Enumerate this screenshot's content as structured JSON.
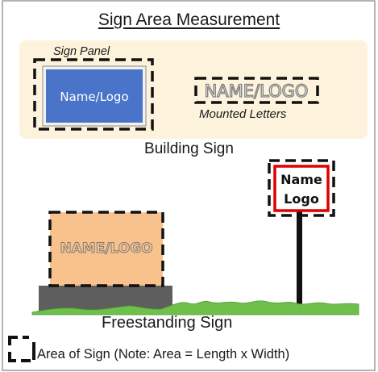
{
  "title": "Sign Area Measurement",
  "building_sign": {
    "label": "Building Sign",
    "panel_caption": "Sign Panel",
    "panel_text": "Name/Logo",
    "mounted_text": "NAME/LOGO",
    "mounted_caption": "Mounted Letters"
  },
  "freestanding_sign": {
    "label": "Freestanding Sign",
    "monument_text": "NAME/LOGO",
    "pole_sign_line1": "Name",
    "pole_sign_line2": "Logo"
  },
  "legend": {
    "text": "Area of Sign (Note:  Area = Length x Width)"
  },
  "colors": {
    "background_box": "#fdf3dc",
    "panel_fill": "#4a74c9",
    "monument_fill": "#f9c28c",
    "base_fill": "#5e5e5e",
    "grass": "#6fc04a",
    "pole_sign_border": "#e00000"
  }
}
